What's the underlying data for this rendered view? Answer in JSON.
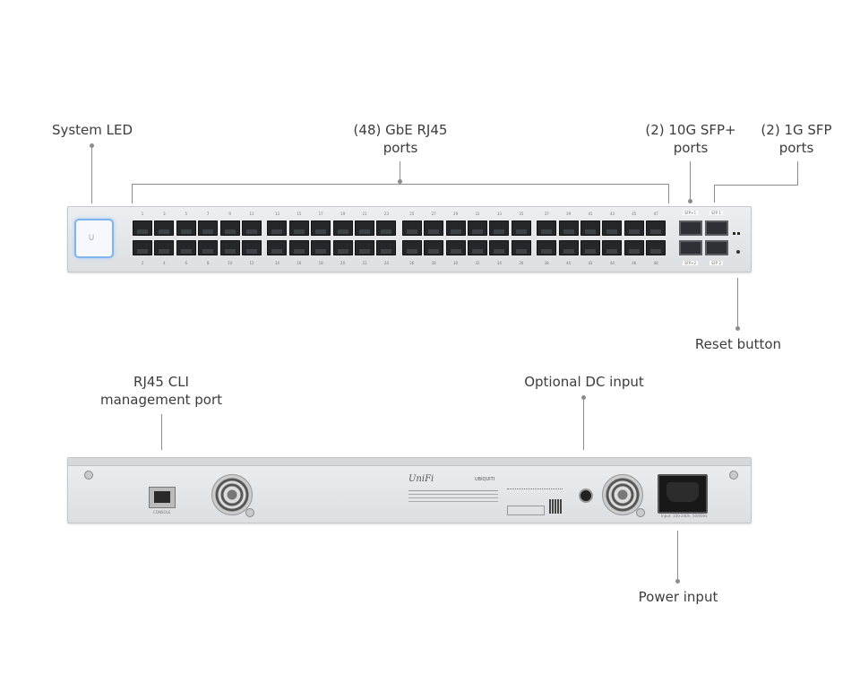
{
  "callouts": {
    "system_led": "System LED",
    "rj45_ports_line1": "(48) GbE RJ45",
    "rj45_ports_line2": "ports",
    "sfp_plus_line1": "(2) 10G SFP+",
    "sfp_plus_line2": "ports",
    "sfp_line1": "(2) 1G SFP",
    "sfp_line2": "ports",
    "reset_button": "Reset button",
    "cli_line1": "RJ45 CLI",
    "cli_line2": "management port",
    "dc_input": "Optional DC input",
    "power_input": "Power input"
  },
  "front_panel": {
    "sfp_plus_tags": [
      "SFP+1",
      "SFP+2"
    ],
    "sfp_tags": [
      "SFP 1",
      "SFP 2"
    ],
    "port_numbers_top": [
      "1",
      "3",
      "5",
      "7",
      "9",
      "11",
      "13",
      "15",
      "17",
      "19",
      "21",
      "23",
      "25",
      "27",
      "29",
      "31",
      "33",
      "35",
      "37",
      "39",
      "41",
      "43",
      "45",
      "47"
    ],
    "port_numbers_bottom": [
      "2",
      "4",
      "6",
      "8",
      "10",
      "12",
      "14",
      "16",
      "18",
      "20",
      "22",
      "24",
      "26",
      "28",
      "30",
      "32",
      "34",
      "36",
      "38",
      "40",
      "42",
      "44",
      "46",
      "48"
    ]
  },
  "rear_panel": {
    "brand": "UniFi",
    "maker": "UBIQUITI",
    "console_label": "CONSOLE",
    "power_rating": "Input: 100-240V, 50/60Hz"
  },
  "colors": {
    "system_led": "#7fb3f2",
    "chassis": "#e2e5e8",
    "leader_line": "#8c8c8c"
  }
}
